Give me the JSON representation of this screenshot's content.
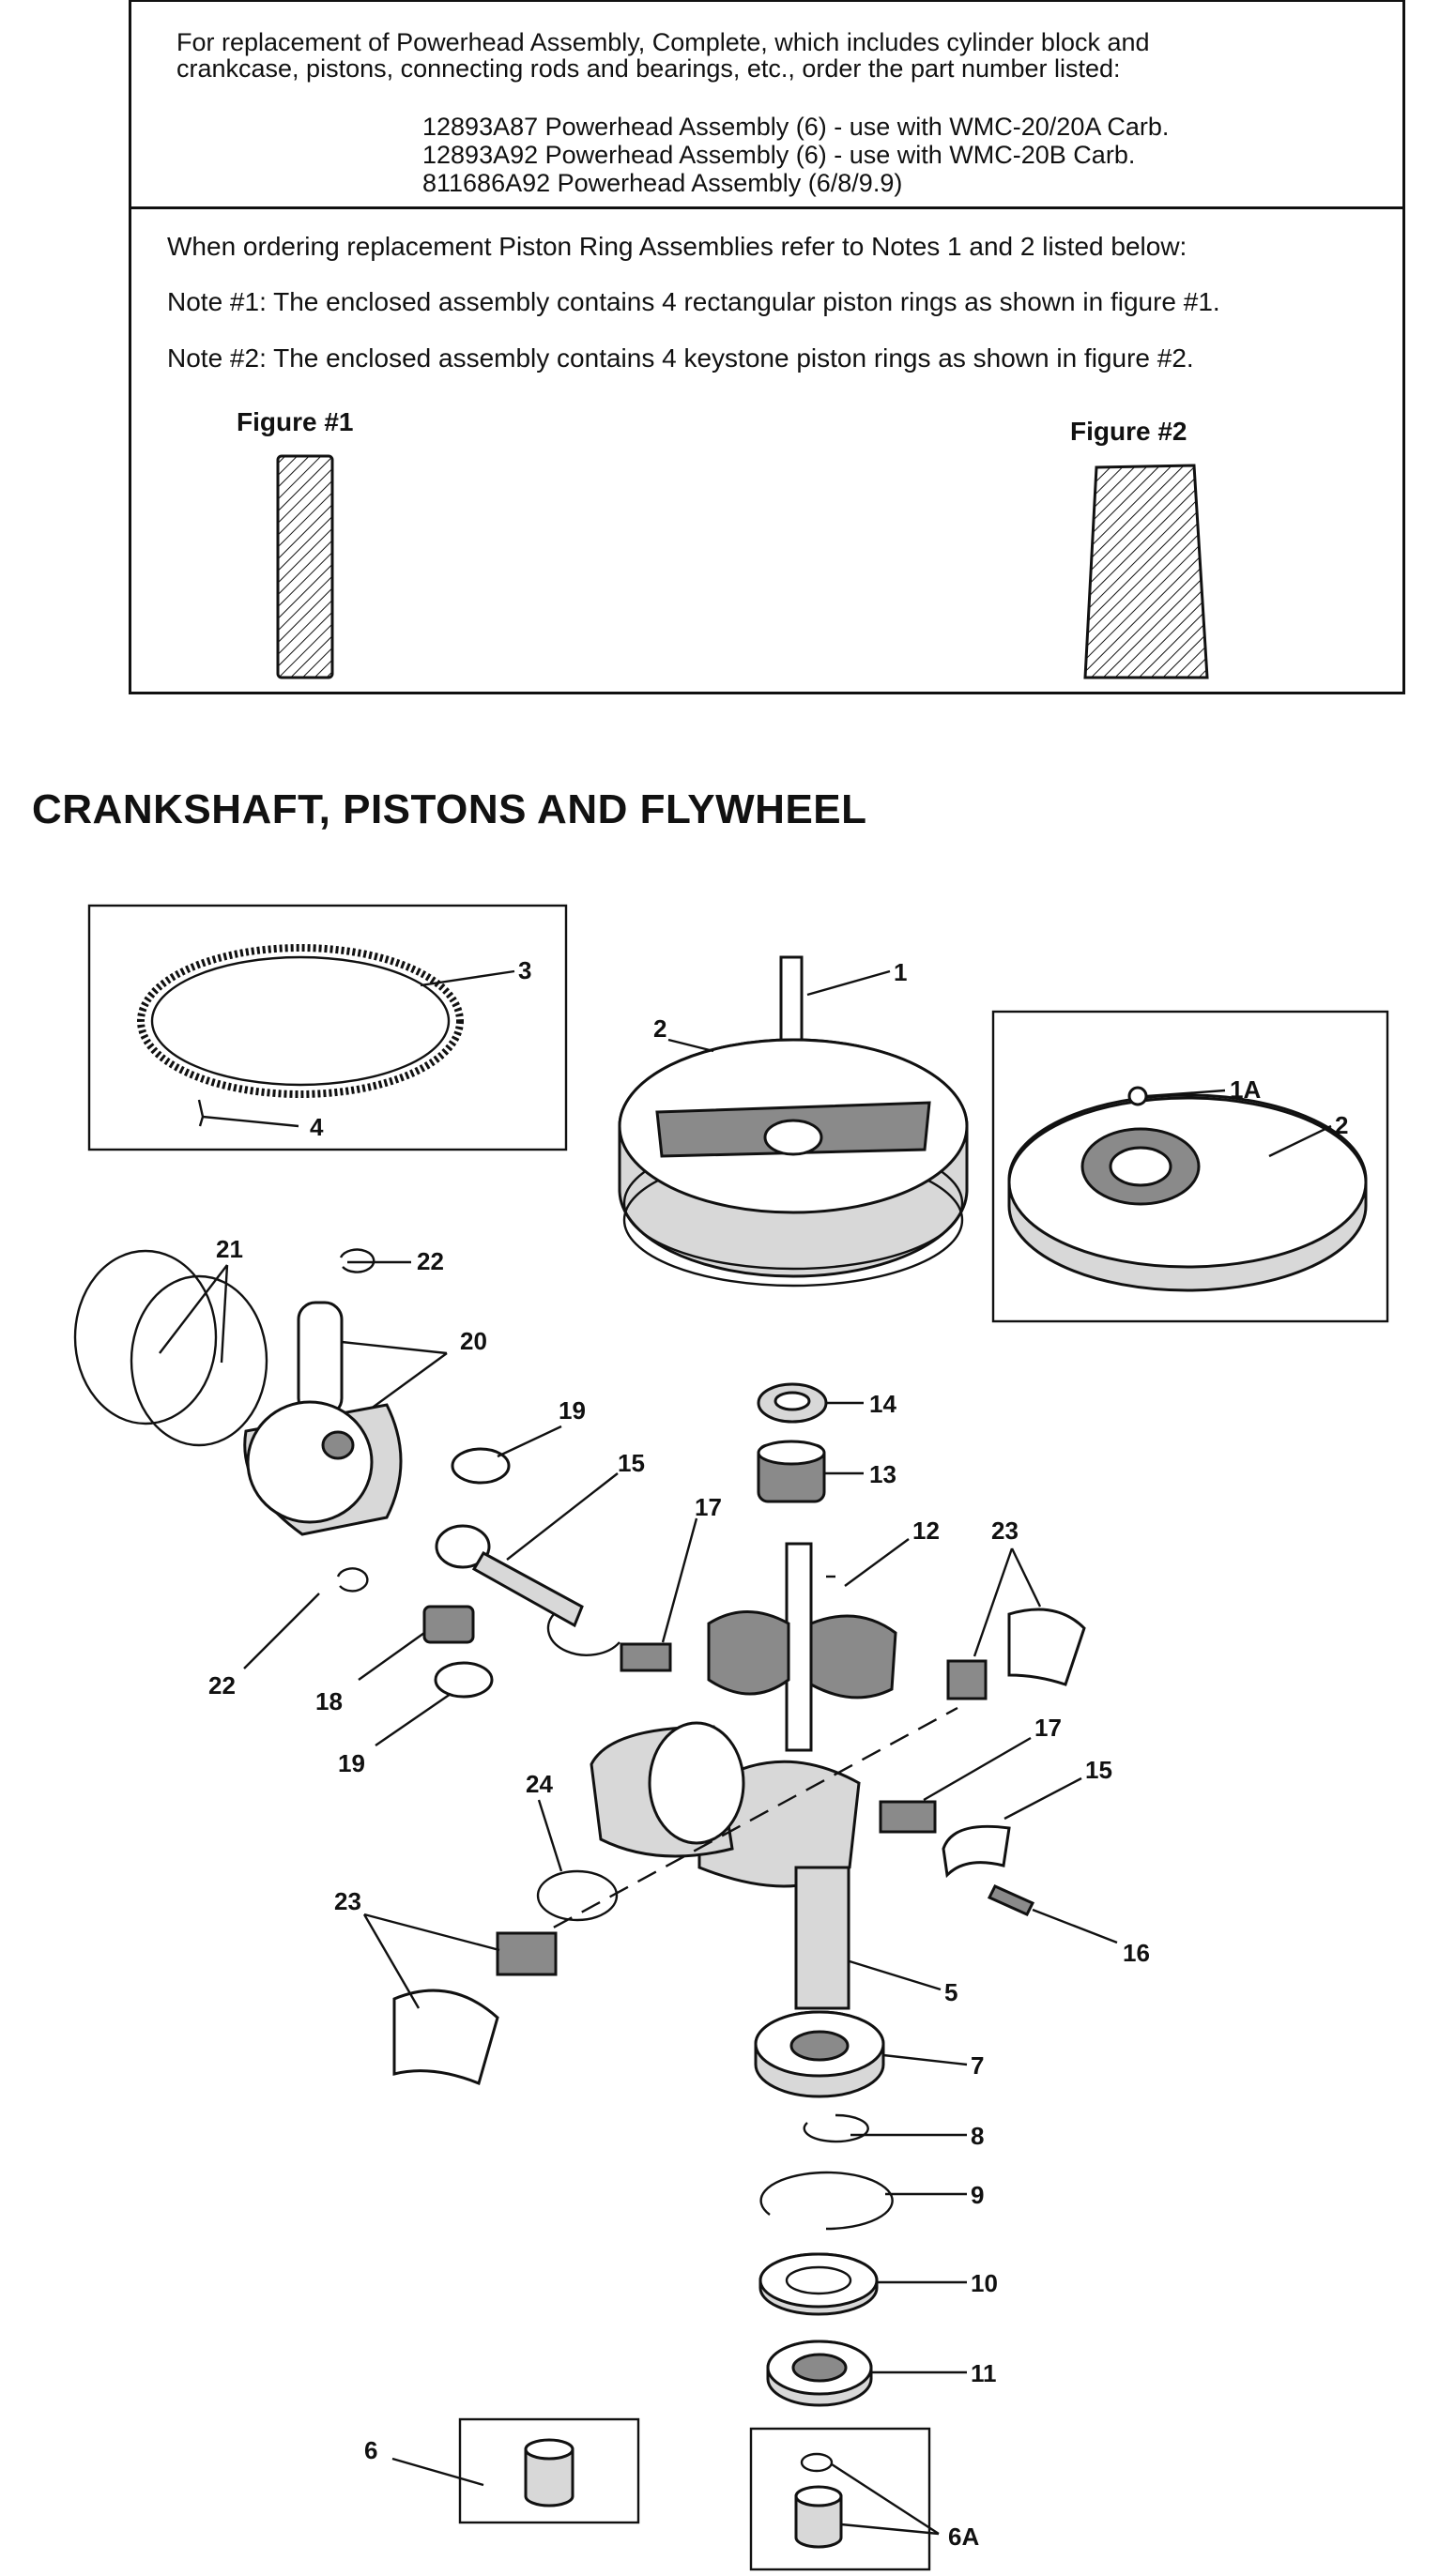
{
  "notice": {
    "intro_line1": "For replacement of Powerhead Assembly, Complete, which includes cylinder block and",
    "intro_line2": "crankcase, pistons, connecting rods and bearings, etc., order the part number listed:",
    "part_numbers": [
      "12893A87 Powerhead Assembly (6) - use with WMC-20/20A Carb.",
      "12893A92 Powerhead Assembly (6) - use with WMC-20B Carb.",
      "811686A92 Powerhead Assembly (6/8/9.9)"
    ],
    "ordering_line": "When ordering replacement Piston Ring Assemblies refer to Notes 1 and 2 listed below:",
    "note1": "Note #1: The enclosed assembly contains 4 rectangular piston rings as shown in figure #1.",
    "note2": "Note #2: The enclosed assembly contains 4 keystone piston rings as shown in figure #2.",
    "figure1_label": "Figure #1",
    "figure2_label": "Figure #2"
  },
  "section_title": "CRANKSHAFT, PISTONS AND FLYWHEEL",
  "callouts": {
    "c1": "1",
    "c1a": "1A",
    "c2a": "2",
    "c2b": "2",
    "c3": "3",
    "c4": "4",
    "c5": "5",
    "c6": "6",
    "c6a": "6A",
    "c7": "7",
    "c8": "8",
    "c9": "9",
    "c10": "10",
    "c11": "11",
    "c12": "12",
    "c13": "13",
    "c14": "14",
    "c15a": "15",
    "c15b": "15",
    "c16": "16",
    "c17a": "17",
    "c17b": "17",
    "c18": "18",
    "c19a": "19",
    "c19b": "19",
    "c20": "20",
    "c21": "21",
    "c22a": "22",
    "c22b": "22",
    "c23a": "23",
    "c23b": "23",
    "c24": "24"
  }
}
